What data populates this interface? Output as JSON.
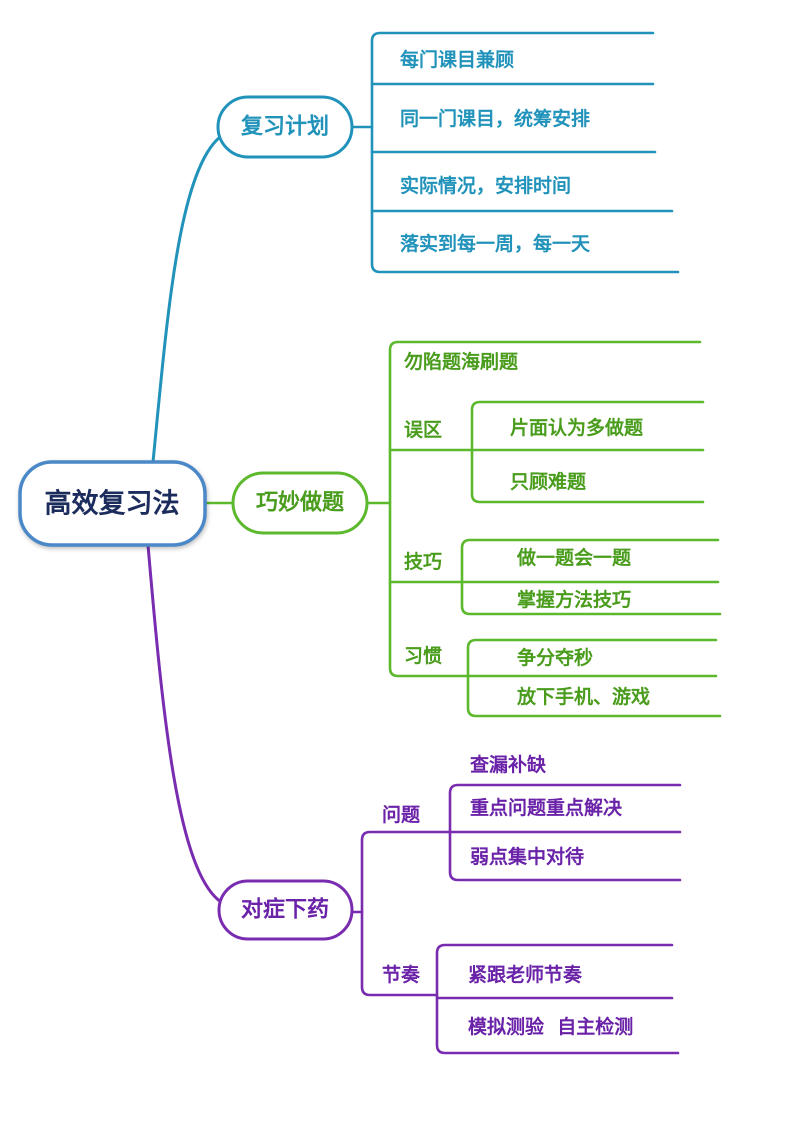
{
  "root": {
    "label": "高效复习法",
    "border_color": "#4a88c8",
    "text_color": "#1c2c5c"
  },
  "branches": [
    {
      "label": "复习计划",
      "line_color": "#2193bb",
      "text_color": "#2193bb",
      "items": [
        "每门课目兼顾",
        "同一门课目，统筹安排",
        "实际情况，安排时间",
        "落实到每一周，每一天"
      ]
    },
    {
      "label": "巧妙做题",
      "line_color": "#5cb82c",
      "text_color": "#4a9c1c",
      "items": [
        {
          "label": "勿陷题海刷题"
        },
        {
          "label": "误区",
          "children": [
            "片面认为多做题",
            "只顾难题"
          ]
        },
        {
          "label": "技巧",
          "children": [
            "做一题会一题",
            "掌握方法技巧"
          ]
        },
        {
          "label": "习惯",
          "children": [
            "争分夺秒",
            "放下手机、游戏"
          ]
        }
      ]
    },
    {
      "label": "对症下药",
      "line_color": "#7a2cb0",
      "text_color": "#6a22a8",
      "items": [
        {
          "label": "问题",
          "children": [
            "查漏补缺",
            "重点问题重点解决",
            "弱点集中对待"
          ]
        },
        {
          "label": "节奏",
          "children": [
            "紧跟老师节奏",
            "模拟测验  自主检测"
          ]
        }
      ]
    }
  ]
}
